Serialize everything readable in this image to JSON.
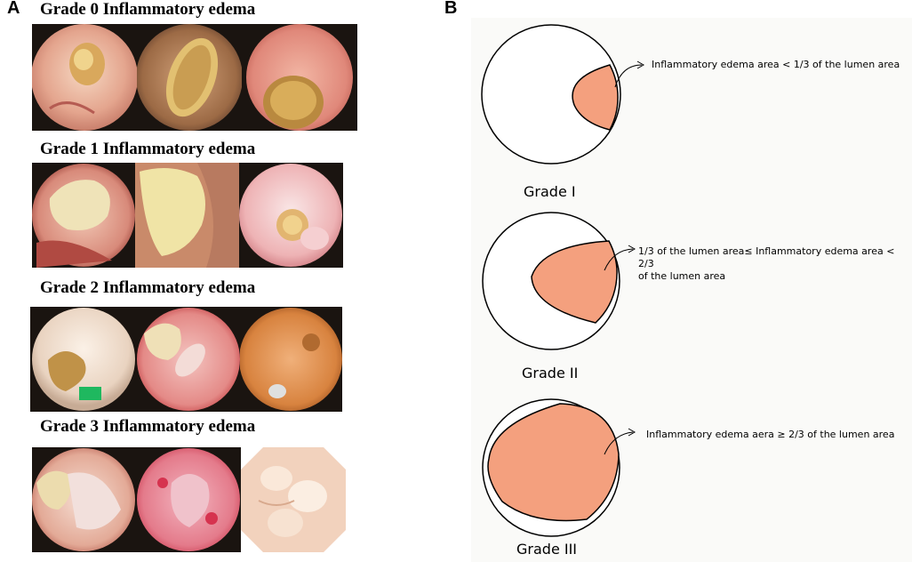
{
  "panel_a": {
    "label": "A",
    "grades": [
      {
        "title": "Grade 0 Inflammatory edema"
      },
      {
        "title": "Grade 1 Inflammatory edema"
      },
      {
        "title": "Grade 2 Inflammatory edema"
      },
      {
        "title": "Grade 3 Inflammatory edema"
      }
    ]
  },
  "panel_b": {
    "label": "B",
    "diagrams": [
      {
        "caption": "Grade I",
        "annotation": "Inflammatory edema area < 1/3 of the lumen area"
      },
      {
        "caption": "Grade II",
        "annotation_line1": "1/3 of the lumen area≤ Inflammatory edema area < 2/3",
        "annotation_line2": "of the lumen area"
      },
      {
        "caption": "Grade III",
        "annotation": "Inflammatory edema aera ≥ 2/3 of the lumen area"
      }
    ]
  },
  "colors": {
    "edema_fill": "#f4a07e",
    "outline": "#000000"
  }
}
